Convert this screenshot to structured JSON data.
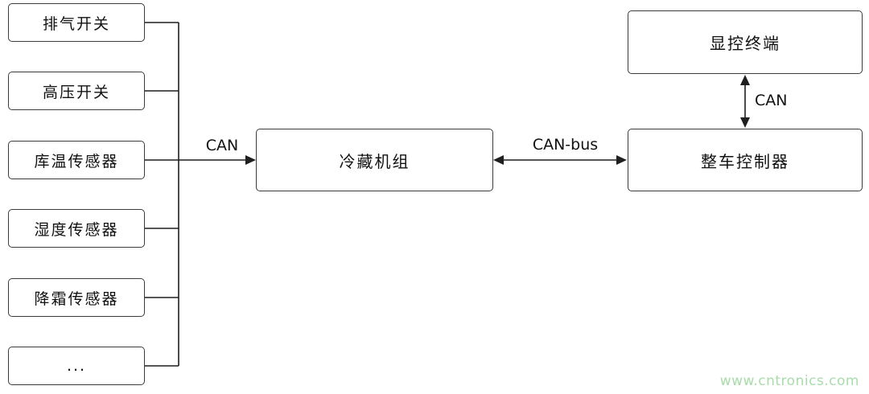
{
  "diagram": {
    "left_nodes": [
      {
        "label": "排气开关"
      },
      {
        "label": "高压开关"
      },
      {
        "label": "库温传感器"
      },
      {
        "label": "湿度传感器"
      },
      {
        "label": "降霜传感器"
      },
      {
        "label": "..."
      }
    ],
    "center_node": {
      "label": "冷藏机组"
    },
    "controller_node": {
      "label": "整车控制器"
    },
    "terminal_node": {
      "label": "显控终端"
    },
    "edge_labels": {
      "sensors_to_unit": "CAN",
      "unit_to_controller": "CAN-bus",
      "controller_to_terminal": "CAN"
    }
  },
  "watermark": {
    "text": "www.cntronics.com"
  },
  "colors": {
    "line": "#1f1f1f",
    "box_border": "#3c3c3c",
    "text": "#111111",
    "watermark_text": "#a9dcab",
    "background": "#ffffff"
  }
}
